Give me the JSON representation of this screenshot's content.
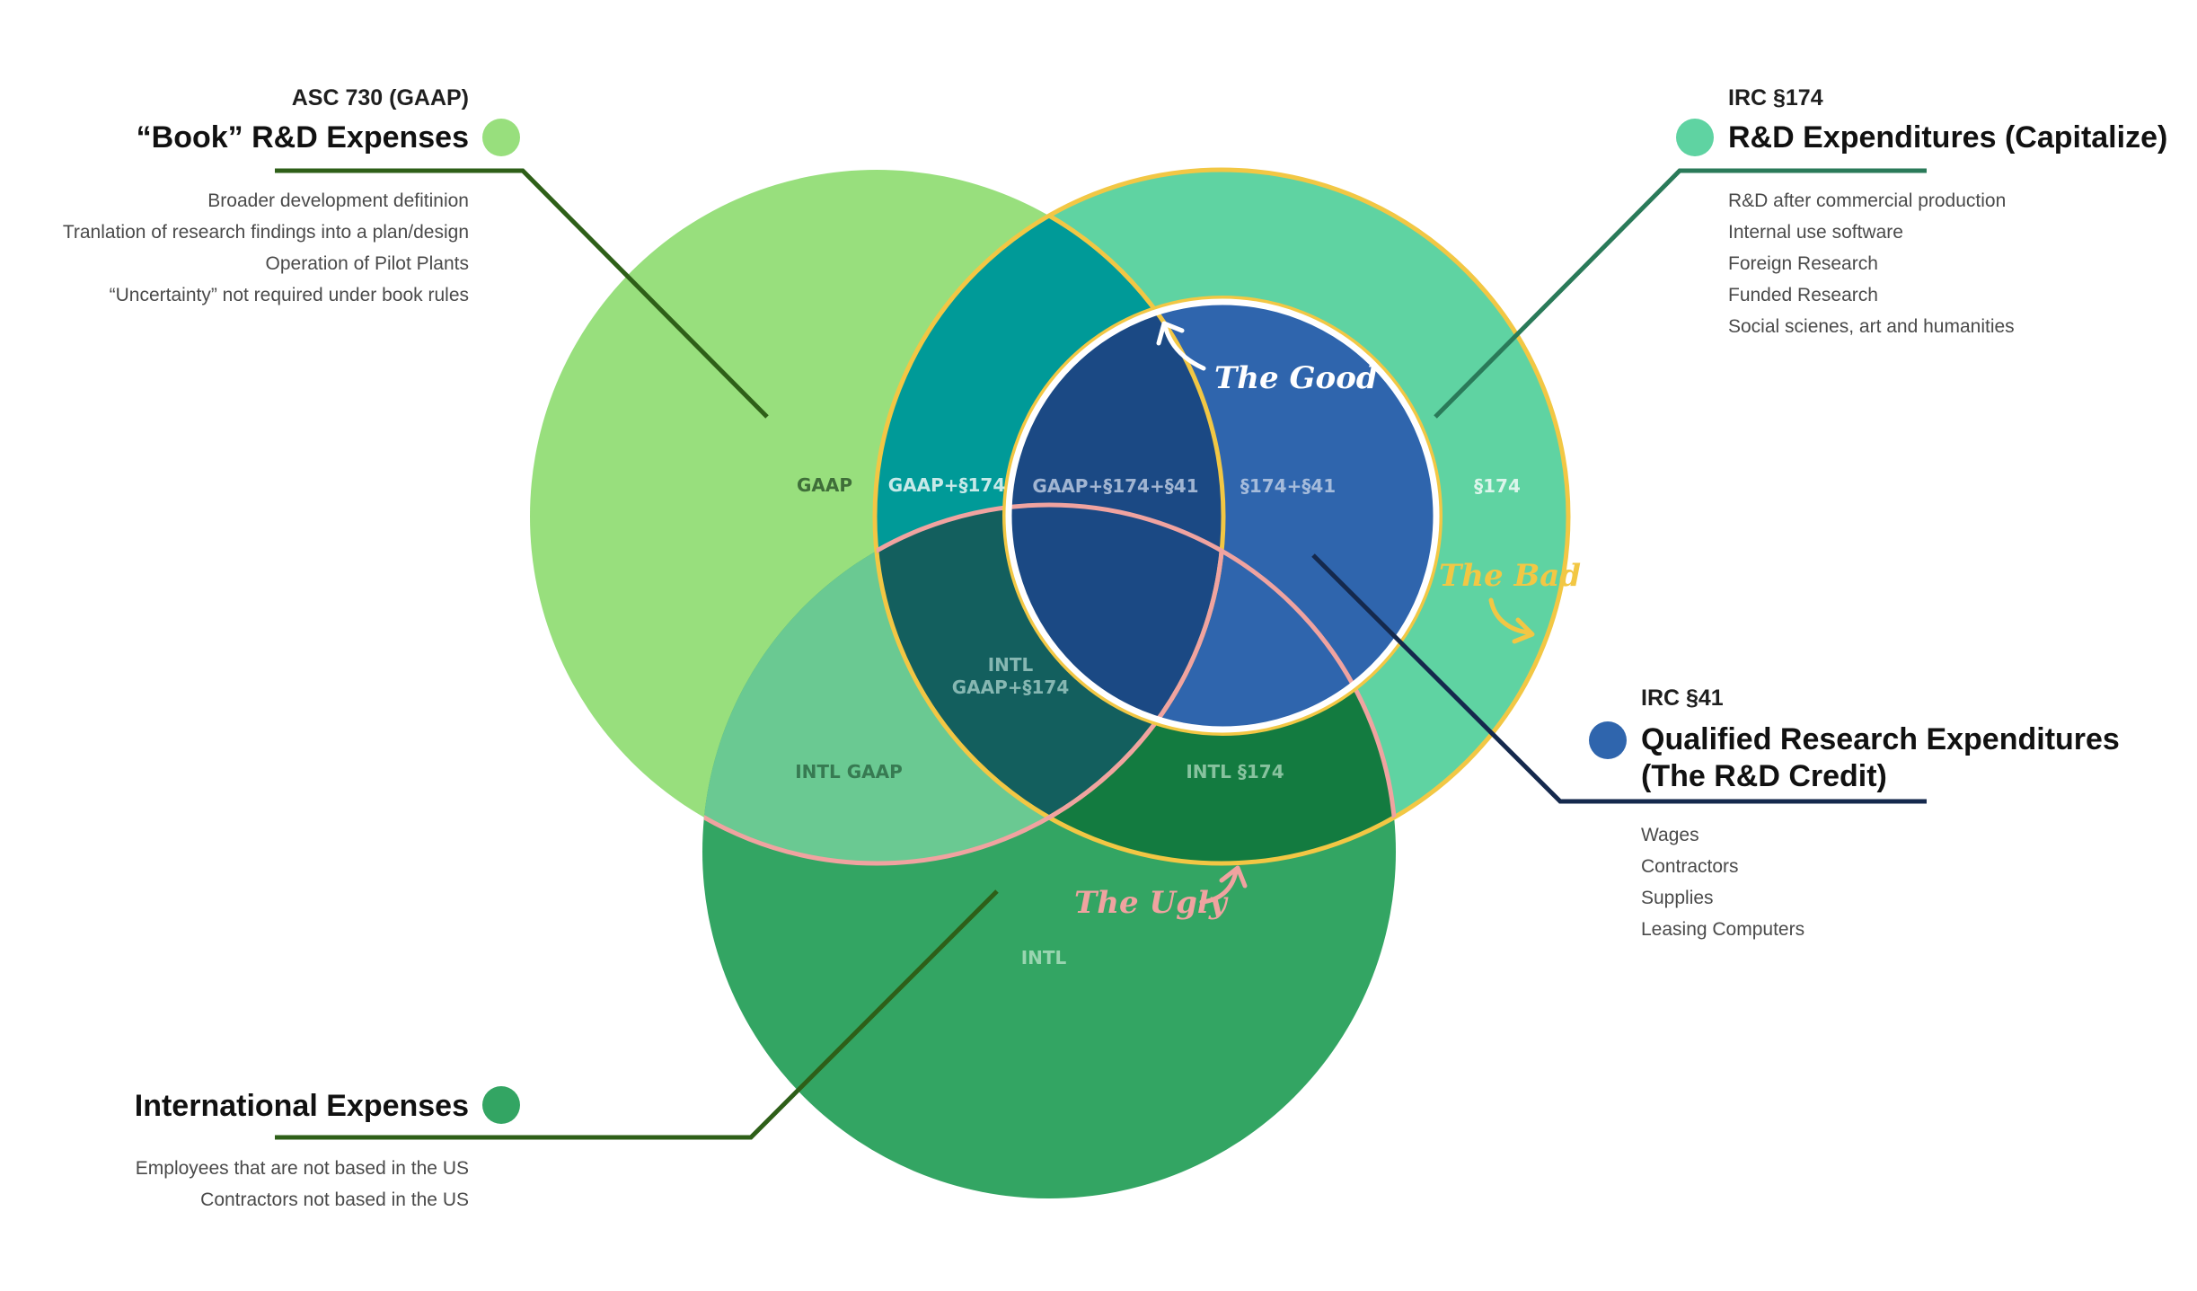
{
  "colors": {
    "gaap": "#98df7d",
    "s174": "#5fd3a2",
    "intl": "#33a563",
    "s41": "#2f65ad",
    "gaap_174": "#009a98",
    "intl_gaap": "#6ac992",
    "intl_174": "#137b40",
    "intl_gaap_174": "#135f5e",
    "gaap_174_41": "#1b4984",
    "good_arrow": "#ffffff",
    "bad_outline": "#f2c744",
    "ugly_outline": "#f0a3a0"
  },
  "regions": {
    "gaap": "GAAP",
    "gaap_174": "GAAP+§174",
    "gaap_174_41": "GAAP+§174+§41",
    "s174_41": "§174+§41",
    "s174": "§174",
    "intl_gaap_174_line1": "INTL",
    "intl_gaap_174_line2": "GAAP+§174",
    "intl_gaap": "INTL GAAP",
    "intl_174": "INTL §174",
    "intl": "INTL"
  },
  "annotations": {
    "good": "The Good",
    "bad": "The Bad",
    "ugly": "The Ugly"
  },
  "callouts": {
    "gaap": {
      "eyebrow": "ASC 730 (GAAP)",
      "title": "“Book” R&D Expenses",
      "icon": "gaap-dot-icon",
      "bullets": [
        "Broader development defitinion",
        "Tranlation of research findings into a plan/design",
        "Operation of Pilot Plants",
        "“Uncertainty” not required under book rules"
      ]
    },
    "s174": {
      "eyebrow": "IRC §174",
      "title": "R&D Expenditures (Capitalize)",
      "icon": "s174-dot-icon",
      "bullets": [
        "R&D after commercial production",
        "Internal use software",
        "Foreign Research",
        "Funded Research",
        "Social scienes, art and humanities"
      ]
    },
    "s41": {
      "eyebrow": "IRC §41",
      "title_line1": "Qualified Research Expenditures",
      "title_line2": "(The R&D Credit)",
      "icon": "s41-dot-icon",
      "bullets": [
        "Wages",
        "Contractors",
        "Supplies",
        "Leasing Computers"
      ]
    },
    "intl": {
      "title": "International Expenses",
      "icon": "intl-dot-icon",
      "bullets": [
        "Employees that are not based in the US",
        "Contractors not based in the US"
      ]
    }
  }
}
